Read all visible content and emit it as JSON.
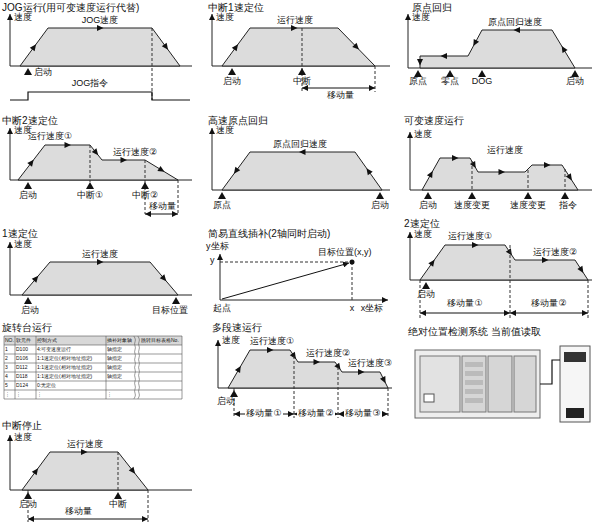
{
  "diagram": {
    "labels": [
      "JOG运行(用可变速度运行代替)",
      "速度",
      "JOG速度",
      "启动",
      "JOG指令",
      "中断1速定位",
      "速度",
      "运行速度",
      "启动",
      "中断",
      "移动量",
      "原点回归",
      "速度",
      "原点回归速度",
      "原点",
      "零点",
      "DOG",
      "启动",
      "中断2速定位",
      "速度",
      "运行速度①",
      "运行速度②",
      "启动",
      "中断①",
      "中断②",
      "移动量",
      "高速原点回归",
      "速度",
      "原点回归速度",
      "原点",
      "启动",
      "可变速度运行",
      "速度",
      "运行速度",
      "启动",
      "速度变更",
      "速度变更",
      "指令",
      "1速定位",
      "速度",
      "运行速度",
      "启动",
      "目标位置",
      "简易直线插补(2轴同时启动)",
      "y坐标",
      "y",
      "目标位置(x,y)",
      "起点",
      "x",
      "x坐标",
      "2速定位",
      "速度",
      "运行速度①",
      "运行速度②",
      "启动",
      "移动量①",
      "移动量②",
      "旋转台运行",
      "NO.",
      "软元件",
      "控制方式",
      "插补对象轴",
      "跳转目标表格No.",
      "1",
      "D100",
      "4:可变速度运行",
      "轴指定",
      "2",
      "D106",
      "1:1速定位(相对地址指定)",
      "轴指定",
      "3",
      "D112",
      "1:1速定位(相对地址指定)",
      "轴指定",
      "4",
      "D118",
      "1:1速定位(相对地址指定)",
      "轴指定",
      "5",
      "D124",
      "0:无定位",
      "⋮",
      "⋮",
      "⋮",
      "⋮",
      "多段速运行",
      "速度",
      "运行速度①",
      "运行速度②",
      "运行速度③",
      "启动",
      "移动量①",
      "移动量②",
      "移动量③",
      "绝对位置检测系统 当前值读取",
      "中断停止",
      "速度",
      "运行速度",
      "启动",
      "中断",
      "移动量"
    ]
  }
}
